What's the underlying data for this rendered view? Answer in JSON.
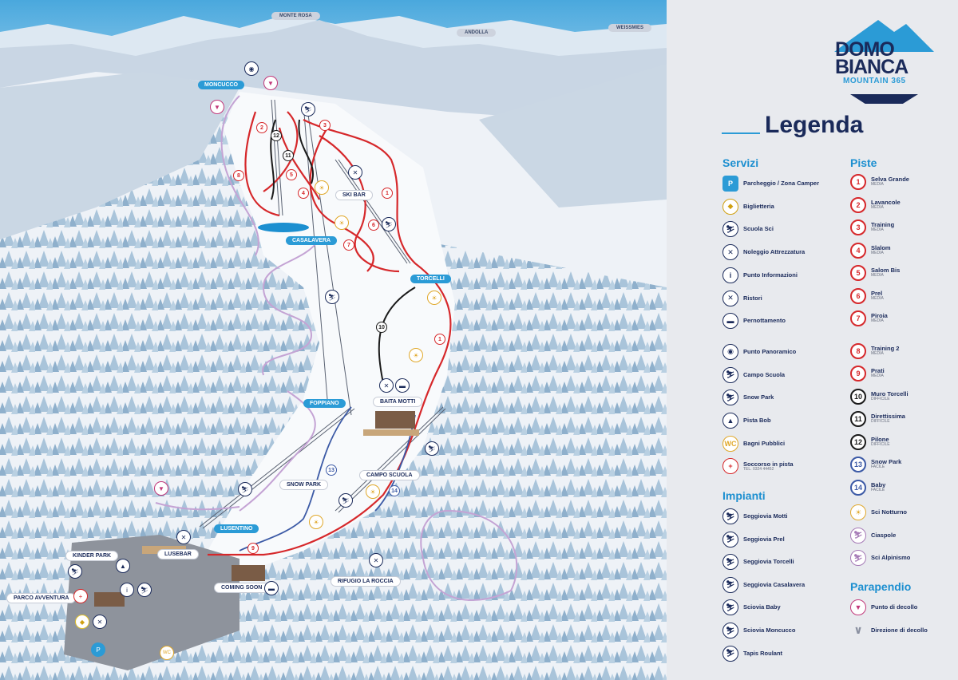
{
  "map": {
    "mountains": [
      "MONTE ROSA",
      "ANDOLLA",
      "WEISSMIES"
    ],
    "places": [
      "MONCUCCO",
      "CASALAVERA",
      "TORCELLI",
      "FOPPIANO",
      "LUSENTINO"
    ],
    "buildings": [
      "SKI BAR",
      "BAITA MOTTI",
      "SNOW PARK",
      "CAMPO SCUOLA",
      "KINDER PARK",
      "LUSEBAR",
      "PARCO AVVENTURA",
      "COMING SOON",
      "RIFUGIO LA ROCCIA"
    ],
    "piste_markers": [
      "1",
      "2",
      "3",
      "4",
      "5",
      "6",
      "7",
      "8",
      "9",
      "10",
      "11",
      "12",
      "13",
      "14"
    ],
    "wc_label": "WC"
  },
  "brand": {
    "line1": "DOMO",
    "line2": "BIANCA",
    "line3": "MOUNTAIN 365"
  },
  "legend": {
    "title": "Legenda",
    "servizi": {
      "title": "Servizi",
      "items": [
        {
          "icon": "P",
          "label": "Parcheggio / Zona Camper"
        },
        {
          "icon": "◆",
          "label": "Biglietteria"
        },
        {
          "icon": "⛷",
          "label": "Scuola Sci"
        },
        {
          "icon": "✕",
          "label": "Noleggio Attrezzatura"
        },
        {
          "icon": "i",
          "label": "Punto Informazioni"
        },
        {
          "icon": "✕",
          "label": "Ristori"
        },
        {
          "icon": "▬",
          "label": "Pernottamento"
        },
        {
          "icon": "◉",
          "label": "Punto Panoramico"
        },
        {
          "icon": "⛷",
          "label": "Campo Scuola"
        },
        {
          "icon": "⛷",
          "label": "Snow Park"
        },
        {
          "icon": "▲",
          "label": "Pista Bob"
        },
        {
          "icon": "WC",
          "label": "Bagni Pubblici"
        },
        {
          "icon": "+",
          "label": "Soccorso in pista",
          "sub": "TEL. 0324 44452"
        }
      ]
    },
    "impianti": {
      "title": "Impianti",
      "items": [
        "Seggiovia Motti",
        "Seggiovia Prel",
        "Seggiovia Torcelli",
        "Seggiovia Casalavera",
        "Sciovia Baby",
        "Sciovia Moncucco",
        "Tapis Roulant"
      ]
    },
    "piste": {
      "title": "Piste",
      "items": [
        {
          "num": "1",
          "label": "Selva Grande",
          "sub": "MEDIA",
          "color": "red"
        },
        {
          "num": "2",
          "label": "Lavancole",
          "sub": "MEDIA",
          "color": "red"
        },
        {
          "num": "3",
          "label": "Training",
          "sub": "MEDIA",
          "color": "red"
        },
        {
          "num": "4",
          "label": "Slalom",
          "sub": "MEDIA",
          "color": "red"
        },
        {
          "num": "5",
          "label": "Salom Bis",
          "sub": "MEDIA",
          "color": "red"
        },
        {
          "num": "6",
          "label": "Prel",
          "sub": "MEDIA",
          "color": "red"
        },
        {
          "num": "7",
          "label": "Piroia",
          "sub": "MEDIA",
          "color": "red"
        },
        {
          "num": "8",
          "label": "Training 2",
          "sub": "MEDIA",
          "color": "red"
        },
        {
          "num": "9",
          "label": "Prati",
          "sub": "MEDIA",
          "color": "red"
        },
        {
          "num": "10",
          "label": "Muro Torcelli",
          "sub": "DIFFICILE",
          "color": "black"
        },
        {
          "num": "11",
          "label": "Direttissima",
          "sub": "DIFFICILE",
          "color": "black"
        },
        {
          "num": "12",
          "label": "Pilone",
          "sub": "DIFFICILE",
          "color": "black"
        },
        {
          "num": "13",
          "label": "Snow Park",
          "sub": "FACILE",
          "color": "blue"
        },
        {
          "num": "14",
          "label": "Baby",
          "sub": "FACILE",
          "color": "blue"
        }
      ],
      "extra": [
        {
          "icon": "☀",
          "label": "Sci Notturno"
        },
        {
          "icon": "⛷",
          "label": "Ciaspole"
        },
        {
          "icon": "⛷",
          "label": "Sci Alpinismo"
        }
      ]
    },
    "parapendio": {
      "title": "Parapendio",
      "items": [
        {
          "icon": "▼",
          "label": "Punto di decollo"
        },
        {
          "icon": "∨",
          "label": "Direzione di decollo"
        }
      ]
    }
  },
  "colors": {
    "red": "#d6282b",
    "black": "#1a1a1a",
    "blue": "#3c5aa6",
    "accent": "#2b9bd6",
    "navy": "#1a2a5a",
    "purple": "#a57ab6"
  }
}
